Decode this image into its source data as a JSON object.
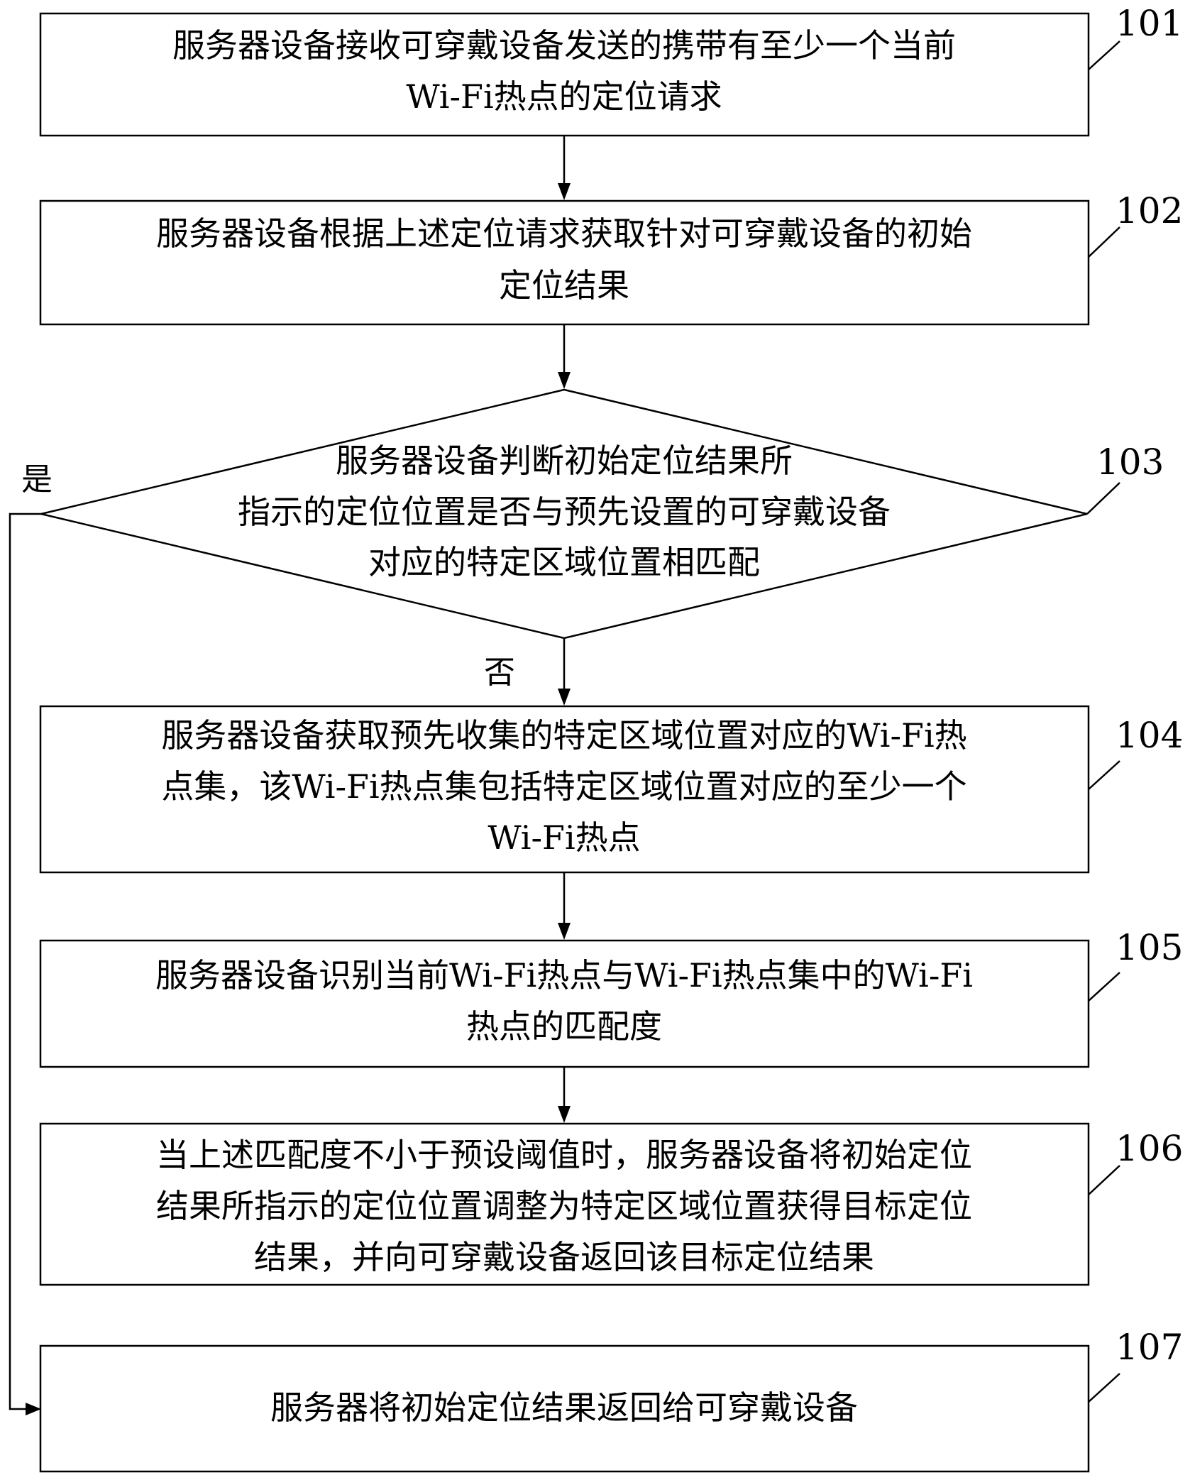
{
  "steps": [
    {
      "id": "101",
      "lines": [
        "服务器设备接收可穿戴设备发送的携带有至少一个当前",
        "Wi-Fi热点的定位请求"
      ]
    },
    {
      "id": "102",
      "lines": [
        "服务器设备根据上述定位请求获取针对可穿戴设备的初始",
        "定位结果"
      ]
    },
    {
      "id": "103",
      "lines": [
        "服务器设备判断初始定位结果所",
        "指示的定位位置是否与预先设置的可穿戴设备",
        "对应的特定区域位置相匹配"
      ]
    },
    {
      "id": "104",
      "lines": [
        "服务器设备获取预先收集的特定区域位置对应的Wi-Fi热",
        "点集，该Wi-Fi热点集包括特定区域位置对应的至少一个",
        "Wi-Fi热点"
      ]
    },
    {
      "id": "105",
      "lines": [
        "服务器设备识别当前Wi-Fi热点与Wi-Fi热点集中的Wi-Fi",
        "热点的匹配度"
      ]
    },
    {
      "id": "106",
      "lines": [
        "当上述匹配度不小于预设阈值时，服务器设备将初始定位",
        "结果所指示的定位位置调整为特定区域位置获得目标定位",
        "结果，并向可穿戴设备返回该目标定位结果"
      ]
    },
    {
      "id": "107",
      "lines": [
        "服务器将初始定位结果返回给可穿戴设备"
      ]
    }
  ],
  "branches": {
    "yes": "是",
    "no": "否"
  }
}
